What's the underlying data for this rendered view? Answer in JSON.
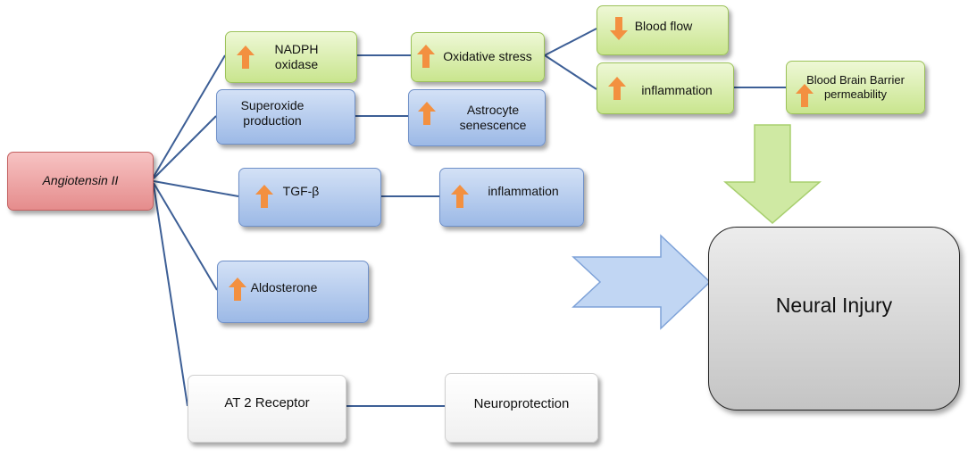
{
  "source": {
    "label": "Angiotensin II"
  },
  "nodes": {
    "nadph_oxidase": {
      "line1": "NADPH",
      "line2": "oxidase"
    },
    "oxidative_stress": {
      "label": "Oxidative stress"
    },
    "blood_flow": {
      "label": "Blood flow"
    },
    "inflammation_top": {
      "label": "inflammation"
    },
    "bbb_permeability": {
      "line1": "Blood Brain Barrier",
      "line2": "permeability"
    },
    "superoxide_production": {
      "line1": "Superoxide",
      "line2": "production"
    },
    "astrocyte_senescence": {
      "line1": "Astrocyte",
      "line2": "senescence"
    },
    "tgf_beta": {
      "label": "TGF-β"
    },
    "inflammation_mid": {
      "label": "inflammation"
    },
    "aldosterone": {
      "label": "Aldosterone"
    },
    "at2_receptor": {
      "label": "AT 2 Receptor"
    },
    "neuroprotection": {
      "label": "Neuroprotection"
    },
    "neural_injury": {
      "label": "Neural Injury"
    }
  },
  "colors": {
    "up_arrow": "#f39040",
    "down_arrow": "#f39040",
    "connector": "#3d5f96",
    "block_arrow_green": "#cfe9a3",
    "block_arrow_blue": "#c1d6f3"
  }
}
